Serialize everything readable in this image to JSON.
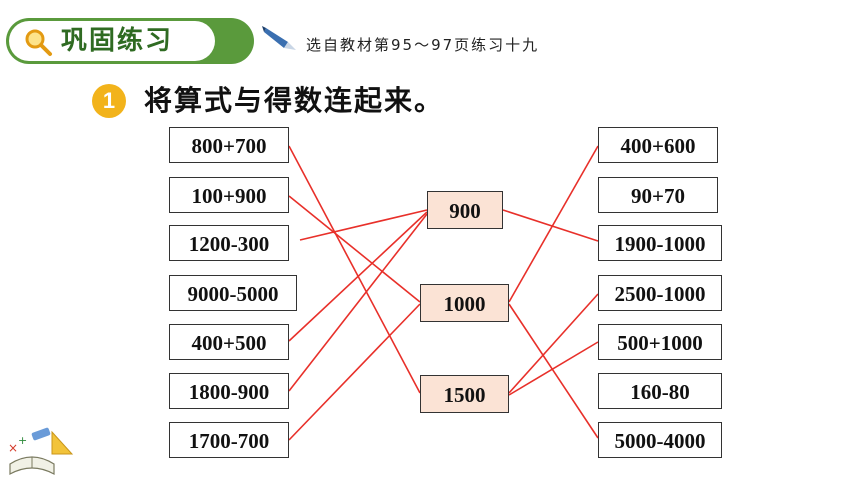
{
  "header": {
    "badge_title": "巩固练习",
    "subtitle": "选自教材第95～97页练习十九"
  },
  "exercise": {
    "number": "1",
    "instruction": "将算式与得数连起来。"
  },
  "left_expressions": [
    "800+700",
    "100+900",
    "1200-300",
    "9000-5000",
    "400+500",
    "1800-900",
    "1700-700"
  ],
  "answers": [
    "900",
    "1000",
    "1500"
  ],
  "right_expressions": [
    "400+600",
    "90+70",
    "1900-1000",
    "2500-1000",
    "500+1000",
    "160-80",
    "5000-4000"
  ],
  "colors": {
    "badge_green": "#5a9a3c",
    "badge_text": "#2f6b22",
    "number_circle": "#f2b31b",
    "answer_fill": "#fbe3d5",
    "line_red": "#e8302a"
  }
}
